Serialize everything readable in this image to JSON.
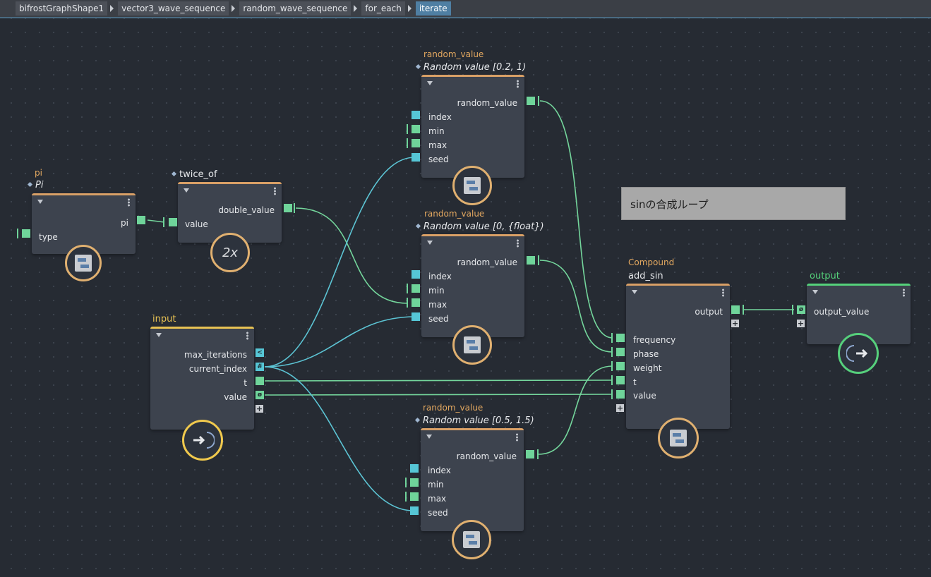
{
  "breadcrumb": [
    "bifrostGraphShape1",
    "vector3_wave_sequence",
    "random_wave_sequence",
    "for_each",
    "iterate"
  ],
  "colors": {
    "background": "#262b33",
    "node_body": "#3d434e",
    "compound_header": "#d9a066",
    "input_header": "#e8c253",
    "output_header": "#55d27b",
    "port_green": "#6fd49a",
    "port_cyan": "#56c6d6",
    "wire_green": "#74d69c",
    "wire_cyan": "#5cc4d4"
  },
  "nodes": {
    "pi": {
      "type_label": "pi",
      "name": "Pi",
      "outputs": [
        "pi"
      ],
      "inputs": [
        "type"
      ],
      "icon": "compound-icon"
    },
    "twice_of": {
      "name": "twice_of",
      "outputs": [
        "double_value"
      ],
      "inputs": [
        "value"
      ],
      "badge": "2x"
    },
    "input": {
      "name": "input",
      "outputs": [
        "max_iterations",
        "current_index",
        "t",
        "value"
      ],
      "icon": "input-arrow-icon"
    },
    "random1": {
      "type_label": "random_value",
      "name": "Random value [0.2, 1)",
      "outputs": [
        "random_value"
      ],
      "inputs": [
        "index",
        "min",
        "max",
        "seed"
      ],
      "icon": "compound-icon"
    },
    "random2": {
      "type_label": "random_value",
      "name": "Random value [0, {float})",
      "outputs": [
        "random_value"
      ],
      "inputs": [
        "index",
        "min",
        "max",
        "seed"
      ],
      "icon": "compound-icon"
    },
    "random3": {
      "type_label": "random_value",
      "name": "Random value [0.5, 1.5)",
      "outputs": [
        "random_value"
      ],
      "inputs": [
        "index",
        "min",
        "max",
        "seed"
      ],
      "icon": "compound-icon"
    },
    "add_sin": {
      "type_label": "Compound",
      "name": "add_sin",
      "outputs": [
        "output"
      ],
      "inputs": [
        "frequency",
        "phase",
        "weight",
        "t",
        "value"
      ],
      "icon": "compound-icon"
    },
    "output": {
      "name": "output",
      "inputs": [
        "output_value"
      ],
      "icon": "output-arrow-icon"
    }
  },
  "sticky_note": {
    "text": "sinの合成ループ"
  }
}
